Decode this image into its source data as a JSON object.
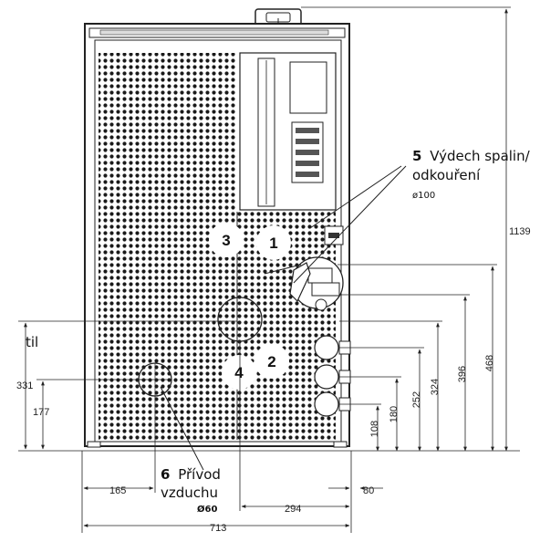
{
  "callouts": {
    "c1": "1",
    "c2": "2",
    "c3": "3",
    "c4": "4"
  },
  "label5": {
    "num": "5",
    "line1": "Výdech spalin/",
    "line2": "odkouření",
    "diameter": "ø100"
  },
  "label6": {
    "num": "6",
    "line1": "Přívod",
    "line2": "vzduchu",
    "diameter": "Ø60"
  },
  "til": "til",
  "dims": {
    "height_total": "1139",
    "h468": "468",
    "h396": "396",
    "h324": "324",
    "h252": "252",
    "h180": "180",
    "h108": "108",
    "h331": "331",
    "h177": "177",
    "w165": "165",
    "w80": "80",
    "w294": "294",
    "w713": "713"
  }
}
